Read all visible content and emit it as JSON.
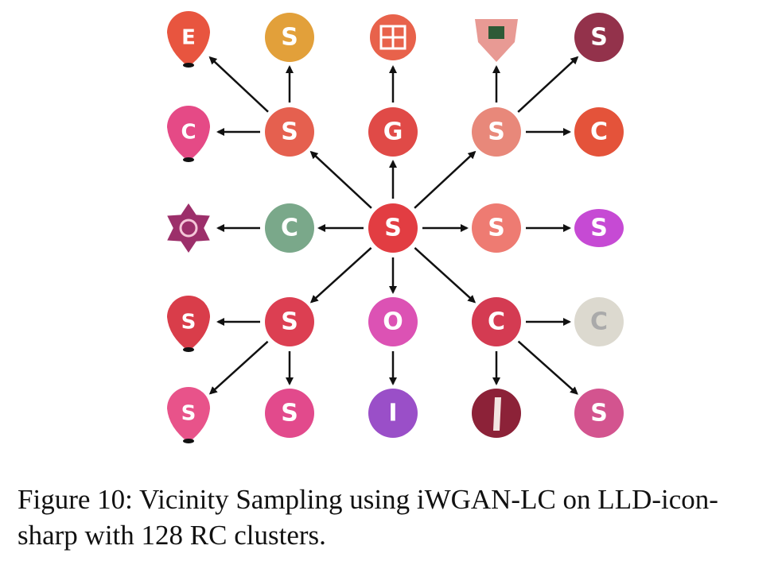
{
  "figure": {
    "icons": [
      {
        "id": "r0c0",
        "letter": "E",
        "color": "#e8553f",
        "shape": "drop"
      },
      {
        "id": "r0c1",
        "letter": "S",
        "color": "#e2a03a",
        "shape": "circle"
      },
      {
        "id": "r0c2",
        "letter": "",
        "color": "#e8624b",
        "shape": "ornate"
      },
      {
        "id": "r0c3",
        "letter": "",
        "color": "#e89a94",
        "shape": "shield"
      },
      {
        "id": "r0c4",
        "letter": "S",
        "color": "#93324b",
        "shape": "circle"
      },
      {
        "id": "r1c0",
        "letter": "C",
        "color": "#e54a86",
        "shape": "drop"
      },
      {
        "id": "r1c1",
        "letter": "S",
        "color": "#e5604f",
        "shape": "circle"
      },
      {
        "id": "r1c2",
        "letter": "G",
        "color": "#e04a47",
        "shape": "circle"
      },
      {
        "id": "r1c3",
        "letter": "S",
        "color": "#e8887a",
        "shape": "circle"
      },
      {
        "id": "r1c4",
        "letter": "C",
        "color": "#e4533a",
        "shape": "circle"
      },
      {
        "id": "r2c0",
        "letter": "",
        "color": "#9c2f6a",
        "shape": "star"
      },
      {
        "id": "r2c1",
        "letter": "C",
        "color": "#7aa88a",
        "shape": "circle"
      },
      {
        "id": "r2c2",
        "letter": "S",
        "color": "#e23d42",
        "shape": "circle"
      },
      {
        "id": "r2c3",
        "letter": "S",
        "color": "#ee7b72",
        "shape": "circle"
      },
      {
        "id": "r2c4",
        "letter": "S",
        "color": "#c64ad4",
        "shape": "blob"
      },
      {
        "id": "r3c0",
        "letter": "S",
        "color": "#d93d4a",
        "shape": "drop"
      },
      {
        "id": "r3c1",
        "letter": "S",
        "color": "#dc3f52",
        "shape": "circle"
      },
      {
        "id": "r3c2",
        "letter": "O",
        "color": "#dc52b4",
        "shape": "circle"
      },
      {
        "id": "r3c3",
        "letter": "C",
        "color": "#d43b52",
        "shape": "circle"
      },
      {
        "id": "r3c4",
        "letter": "C",
        "color": "#dcd9cf",
        "shape": "circle"
      },
      {
        "id": "r4c0",
        "letter": "S",
        "color": "#e8538a",
        "shape": "drop"
      },
      {
        "id": "r4c1",
        "letter": "S",
        "color": "#e24a8c",
        "shape": "circle"
      },
      {
        "id": "r4c2",
        "letter": "I",
        "color": "#9a4fc8",
        "shape": "circle"
      },
      {
        "id": "r4c3",
        "letter": "",
        "color": "#8c2238",
        "shape": "circle"
      },
      {
        "id": "r4c4",
        "letter": "S",
        "color": "#d3548f",
        "shape": "circle"
      }
    ],
    "arrows": [
      {
        "from": "r2c2",
        "to": "r1c2"
      },
      {
        "from": "r2c2",
        "to": "r3c2"
      },
      {
        "from": "r2c2",
        "to": "r2c1"
      },
      {
        "from": "r2c2",
        "to": "r2c3"
      },
      {
        "from": "r2c2",
        "to": "r1c1"
      },
      {
        "from": "r2c2",
        "to": "r1c3"
      },
      {
        "from": "r2c2",
        "to": "r3c1"
      },
      {
        "from": "r2c2",
        "to": "r3c3"
      },
      {
        "from": "r1c1",
        "to": "r0c1"
      },
      {
        "from": "r1c1",
        "to": "r0c0"
      },
      {
        "from": "r1c1",
        "to": "r1c0"
      },
      {
        "from": "r1c2",
        "to": "r0c2"
      },
      {
        "from": "r1c3",
        "to": "r0c3"
      },
      {
        "from": "r1c3",
        "to": "r0c4"
      },
      {
        "from": "r1c3",
        "to": "r1c4"
      },
      {
        "from": "r2c1",
        "to": "r2c0"
      },
      {
        "from": "r2c3",
        "to": "r2c4"
      },
      {
        "from": "r3c1",
        "to": "r3c0"
      },
      {
        "from": "r3c1",
        "to": "r4c1"
      },
      {
        "from": "r3c1",
        "to": "r4c0"
      },
      {
        "from": "r3c2",
        "to": "r4c2"
      },
      {
        "from": "r3c3",
        "to": "r3c4"
      },
      {
        "from": "r3c3",
        "to": "r4c3"
      },
      {
        "from": "r3c3",
        "to": "r4c4"
      }
    ]
  },
  "caption": {
    "text": "Figure 10: Vicinity Sampling using iWGAN-LC on LLD-icon-sharp with 128 RC clusters."
  }
}
